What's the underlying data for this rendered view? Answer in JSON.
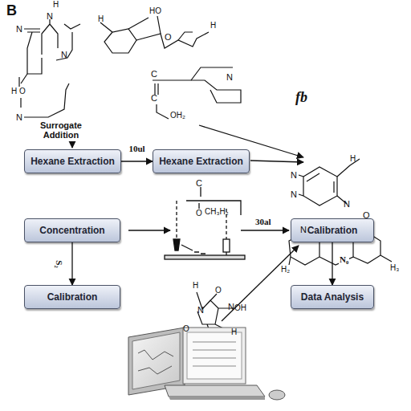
{
  "diagram": {
    "nodes": [
      {
        "text": [
          "Hexane Extraction"
        ]
      },
      {
        "text": [
          "Hexane Extraction"
        ]
      },
      {
        "text": [
          "Concentration"
        ]
      },
      {
        "text": [
          "Calibration"
        ]
      },
      {
        "text": [
          "Calibration"
        ]
      },
      {
        "text": [
          "Data Analysis"
        ]
      }
    ],
    "edges": [
      {
        "from": 0,
        "to": 1,
        "label": "10ul",
        "arrow": "to"
      },
      {
        "from": 2,
        "to": 4,
        "label": "S₂",
        "arrow": "to"
      },
      {
        "from": 3,
        "to": 5,
        "label": "N₀",
        "arrow": "to"
      }
    ],
    "labels": [
      "B",
      "Surrogate Addition",
      "fb",
      "30al",
      "H",
      "N",
      "N",
      "H",
      "O",
      "N",
      "N",
      "HO",
      "O",
      "H",
      "C",
      "C",
      "OH₂",
      "N",
      "H",
      "N",
      "N",
      "H",
      "N",
      "N",
      "O",
      "H₂",
      "H₃",
      "C",
      "O",
      "CH₃H₂",
      "H",
      "N",
      "O",
      "N",
      "OH",
      "O",
      "H"
    ]
  }
}
